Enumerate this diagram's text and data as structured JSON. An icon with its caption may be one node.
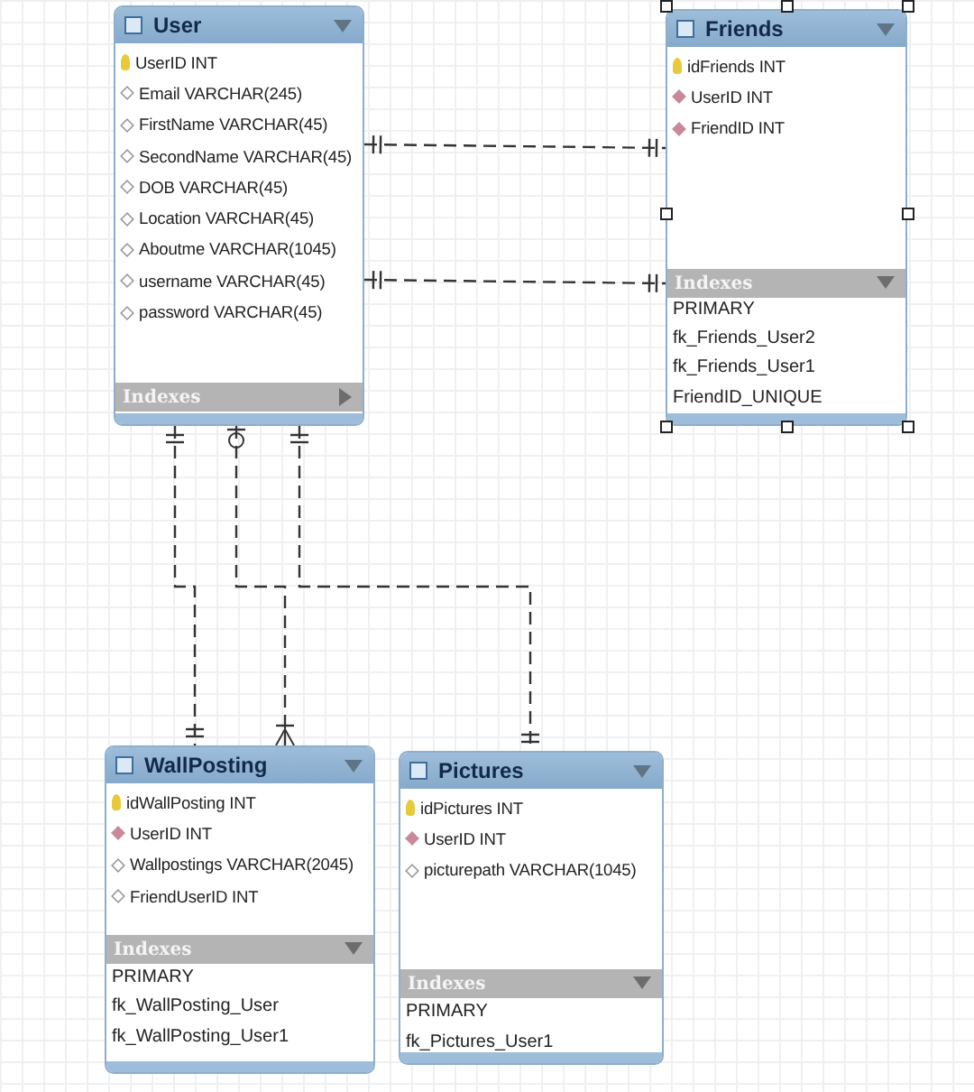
{
  "diagram": {
    "nodes": [
      {
        "text": [
          "User",
          "UserID INT",
          "Email VARCHAR(245)",
          "FirstName VARCHAR(45)",
          "SecondName VARCHAR(45)",
          "DOB VARCHAR(45)",
          "Location VARCHAR(45)",
          "Aboutme VARCHAR(1045)",
          "username VARCHAR(45)",
          "password VARCHAR(45)",
          "Indexes"
        ]
      },
      {
        "text": [
          "Friends",
          "idFriends INT",
          "UserID INT",
          "FriendID INT",
          "Indexes",
          "PRIMARY",
          "fk_Friends_User2",
          "fk_Friends_User1",
          "FriendID_UNIQUE"
        ]
      },
      {
        "text": [
          "WallPosting",
          "idWallPosting INT",
          "UserID INT",
          "Wallpostings VARCHAR(2045)",
          "FriendUserID INT",
          "Indexes",
          "PRIMARY",
          "fk_WallPosting_User",
          "fk_WallPosting_User1"
        ]
      },
      {
        "text": [
          "Pictures",
          "idPictures INT",
          "UserID INT",
          "picturepath VARCHAR(1045)",
          "Indexes",
          "PRIMARY",
          "fk_Pictures_User1"
        ]
      }
    ],
    "edges": [
      {
        "from": 0,
        "to": 1,
        "arrow": "other",
        "style": "dashed"
      },
      {
        "from": 0,
        "to": 1,
        "arrow": "other",
        "style": "dashed"
      },
      {
        "from": 0,
        "to": 2,
        "arrow": "other",
        "style": "dashed"
      },
      {
        "from": 0,
        "to": 2,
        "arrow": "other",
        "style": "dashed"
      },
      {
        "from": 0,
        "to": 3,
        "arrow": "other",
        "style": "dashed"
      }
    ]
  }
}
